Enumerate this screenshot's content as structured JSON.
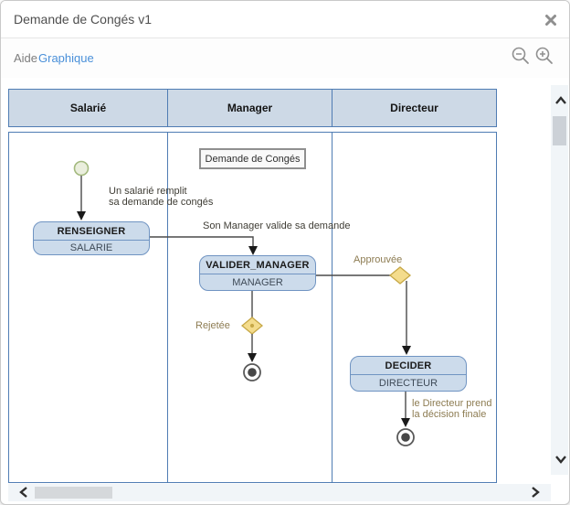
{
  "dialog": {
    "title": "Demande de Congés v1"
  },
  "toolbar": {
    "tab_aide": "Aide",
    "tab_graphique": "Graphique"
  },
  "lanes": [
    {
      "label": "Salarié"
    },
    {
      "label": "Manager"
    },
    {
      "label": "Directeur"
    }
  ],
  "diagram": {
    "title_box": "Demande de Congés",
    "nodes": [
      {
        "name": "RENSEIGNER",
        "role": "SALARIE"
      },
      {
        "name": "VALIDER_MANAGER",
        "role": "MANAGER"
      },
      {
        "name": "DECIDER",
        "role": "DIRECTEUR"
      }
    ],
    "edge_labels": {
      "start_line1": "Un salarié remplit",
      "start_line2": "sa demande de congés",
      "manager": "Son Manager valide sa demande",
      "approved": "Approuvée",
      "rejected": "Rejetée",
      "final_line1": "le Directeur prend",
      "final_line2": "la décision finale"
    }
  },
  "icons": {
    "close": "x-mark",
    "zoom_out": "magnifier-minus",
    "zoom_in": "magnifier-plus",
    "scroll_up": "chevron-up",
    "scroll_down": "chevron-down",
    "scroll_left": "chevron-left",
    "scroll_right": "chevron-right",
    "start_event": "green-circle",
    "end_event": "bullseye-circle",
    "gateway": "yellow-diamond"
  },
  "colors": {
    "lane_border": "#4f7cb3",
    "lane_header_fill": "#cdd9e6",
    "node_fill": "#ccdbeb",
    "node_border": "#7094c2",
    "diamond_fill": "#f4dc8c",
    "diamond_border": "#c7a847",
    "start_fill": "#eaeedd",
    "start_border": "#a3b97e",
    "edge_line": "#4a4a4a",
    "link_blue": "#4a90d9"
  }
}
